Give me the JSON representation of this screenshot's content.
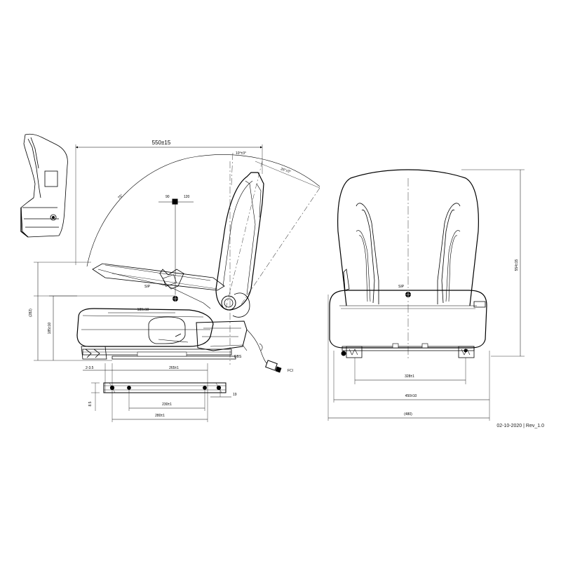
{
  "dimensions": {
    "overall_length": "550±15",
    "back_tilt_fwd": "10°±3°",
    "back_tilt_rear": "26°±3°",
    "fold_angle": "75°",
    "dim_90": "90",
    "dim_120": "120",
    "sip": "SIP",
    "seat_height": "(282)",
    "cushion_height": "185±10",
    "sip_depth": "189±10",
    "offset": "2-3.5",
    "rail_length": "265±1",
    "rail_thickness": "8.5",
    "hole_spacing_inner": "230±1",
    "hole_spacing_outer": "280±1",
    "rail_end": "19",
    "back_height": "554±15",
    "front_sip": "SIP",
    "mount_width": "328±1",
    "seat_width": "450±10",
    "overall_width": "(480)",
    "switch_label": "DBS",
    "cable_label": "FCI"
  },
  "footer": {
    "date": "02-10-2020",
    "separator": "|",
    "revision": "Rev_1.0"
  }
}
